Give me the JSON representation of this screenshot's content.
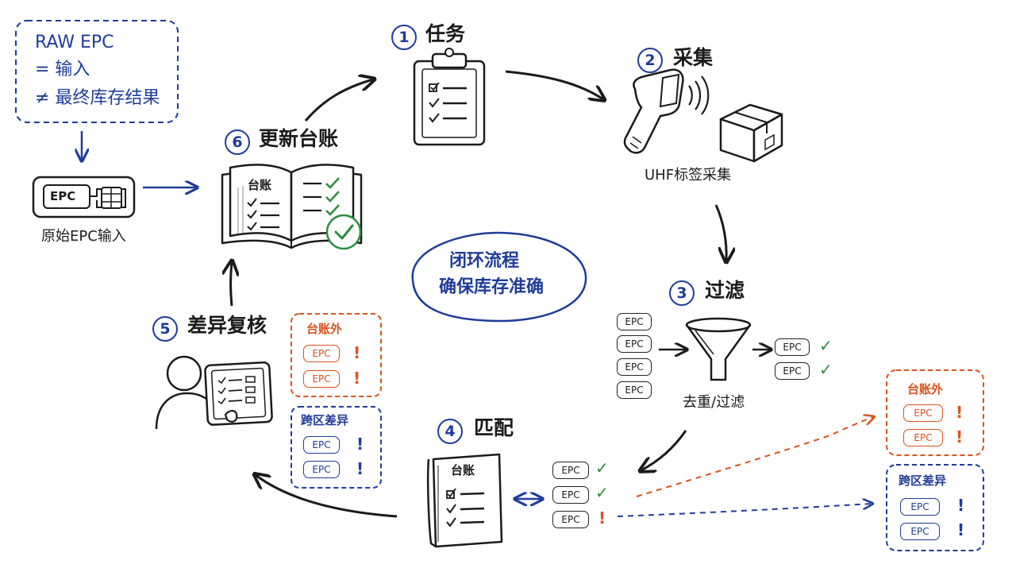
{
  "note": {
    "line1": "RAW EPC",
    "line2": "= 输入",
    "line3": "≠ 最终库存结果"
  },
  "raw_input": {
    "chip_label": "EPC",
    "caption": "原始EPC输入"
  },
  "steps": [
    {
      "num": "1",
      "title": "任务"
    },
    {
      "num": "2",
      "title": "采集"
    },
    {
      "num": "3",
      "title": "过滤"
    },
    {
      "num": "4",
      "title": "匹配"
    },
    {
      "num": "5",
      "title": "差异复核"
    },
    {
      "num": "6",
      "title": "更新台账"
    }
  ],
  "collect_caption": "UHF标签采集",
  "filter": {
    "caption": "去重/过滤",
    "inputs": [
      "EPC",
      "EPC",
      "EPC",
      "EPC"
    ],
    "outputs": [
      {
        "label": "EPC",
        "mark": "✓"
      },
      {
        "label": "EPC",
        "mark": "✓"
      }
    ]
  },
  "match": {
    "book_label": "台账",
    "results": [
      {
        "label": "EPC",
        "mark": "✓"
      },
      {
        "label": "EPC",
        "mark": "✓"
      },
      {
        "label": "EPC",
        "mark": "!"
      }
    ]
  },
  "ledger_book_label": "台账",
  "center": {
    "line1": "闭环流程",
    "line2": "确保库存准确"
  },
  "review_groups": {
    "outside": {
      "title": "台账外",
      "items": [
        {
          "label": "EPC",
          "mark": "!"
        },
        {
          "label": "EPC",
          "mark": "!"
        }
      ]
    },
    "cross": {
      "title": "跨区差异",
      "items": [
        {
          "label": "EPC",
          "mark": "!"
        },
        {
          "label": "EPC",
          "mark": "!"
        }
      ]
    }
  },
  "result_groups": {
    "outside": {
      "title": "台账外",
      "items": [
        {
          "label": "EPC",
          "mark": "!"
        },
        {
          "label": "EPC",
          "mark": "!"
        }
      ]
    },
    "cross": {
      "title": "跨区差异",
      "items": [
        {
          "label": "EPC",
          "mark": "!"
        },
        {
          "label": "EPC",
          "mark": "!"
        }
      ]
    }
  },
  "colors": {
    "accent_blue": "#1f3c99",
    "warning_orange": "#d9531e",
    "ok_green": "#2e8b3e",
    "ink": "#1b1b1b"
  }
}
